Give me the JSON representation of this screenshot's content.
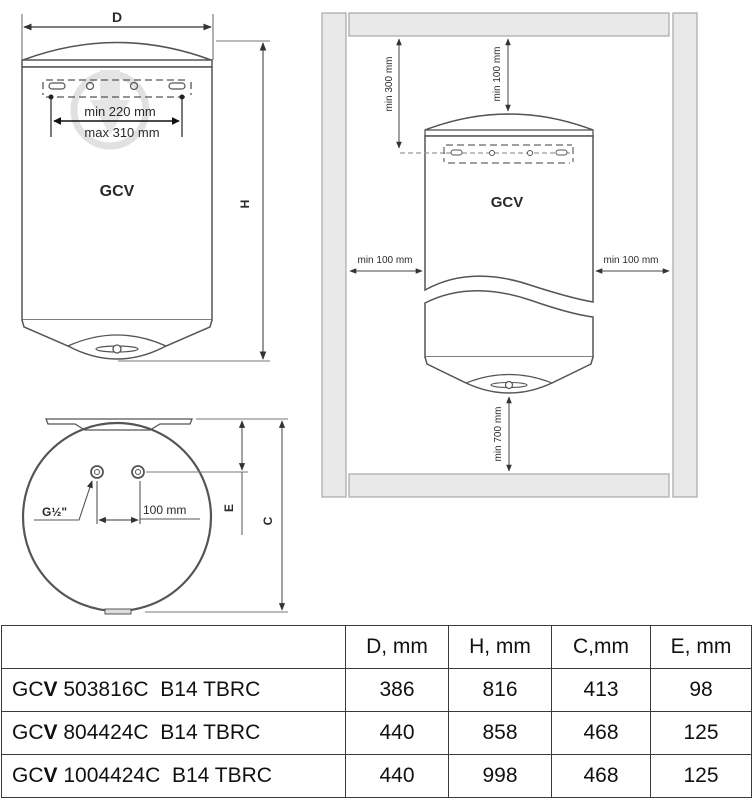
{
  "front_view": {
    "width_label": "D",
    "height_label": "H",
    "brand_label": "GCV",
    "bracket_min": "min 220 mm",
    "bracket_max": "max 310 mm"
  },
  "bottom_view": {
    "pipe_thread_label": "G½\"",
    "pipe_spacing_label": "100 mm",
    "e_label": "E",
    "c_label": "C"
  },
  "installation_view": {
    "brand_label": "GCV",
    "clearance_top_bracket": "min 300 mm",
    "clearance_top": "min 100 mm",
    "clearance_left": "min 100 mm",
    "clearance_right": "min 100 mm",
    "clearance_bottom": "min 700 mm"
  },
  "table": {
    "headers": [
      "",
      "D, mm",
      "H, mm",
      "C,mm",
      "E, mm"
    ],
    "rows": [
      {
        "prefix": "GC",
        "prefix_bold": "V",
        "model": " 503816C  B14 TBRC",
        "D": "386",
        "H": "816",
        "C": "413",
        "E": "98"
      },
      {
        "prefix": "GC",
        "prefix_bold": "V",
        "model": " 804424C  B14 TBRC",
        "D": "440",
        "H": "858",
        "C": "468",
        "E": "125"
      },
      {
        "prefix": "GC",
        "prefix_bold": "V",
        "model": " 1004424C  B14 TBRC",
        "D": "440",
        "H": "998",
        "C": "468",
        "E": "125"
      }
    ]
  },
  "colors": {
    "line": "#555555",
    "wall_fill": "#e9e9e9",
    "wall_stroke": "#a8a8a8",
    "watermark": "#d8d8d8"
  }
}
